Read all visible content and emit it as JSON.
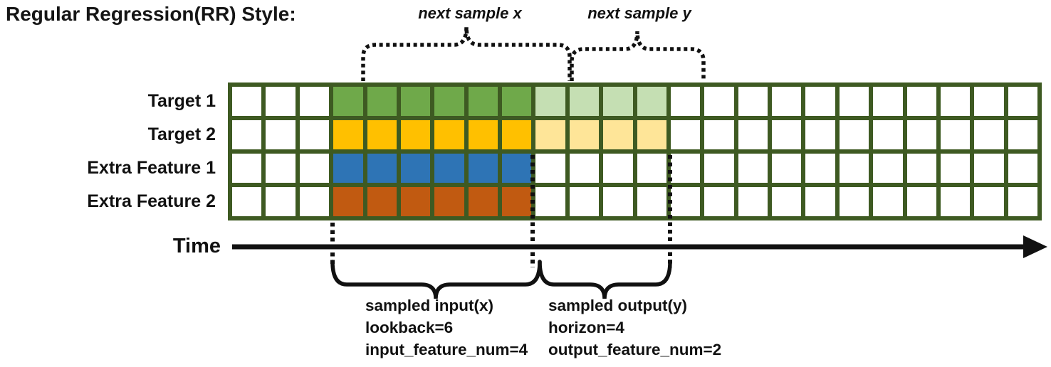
{
  "title": "Regular Regression(RR) Style:",
  "annotations": {
    "next_sample_x": "next sample x",
    "next_sample_y": "next sample y"
  },
  "time_axis": {
    "label": "Time"
  },
  "grid": {
    "total_columns": 24,
    "lead_in_columns": 3,
    "lookback": 6,
    "horizon": 4,
    "border_color": "#3E5A22",
    "cell_background": "#FFFFFF",
    "rows": [
      {
        "label": "Target 1",
        "type": "target",
        "input_color": "#6FA94A",
        "output_color": "#C5DFB3"
      },
      {
        "label": "Target 2",
        "type": "target",
        "input_color": "#FFC000",
        "output_color": "#FEE598"
      },
      {
        "label": "Extra Feature 1",
        "type": "feature",
        "input_color": "#2E74B5",
        "output_color": null
      },
      {
        "label": "Extra Feature 2",
        "type": "feature",
        "input_color": "#C15A11",
        "output_color": null
      }
    ]
  },
  "callouts": {
    "input": {
      "lines": [
        "sampled input(x)",
        "lookback=6",
        "input_feature_num=4"
      ]
    },
    "output": {
      "lines": [
        "sampled output(y)",
        "horizon=4",
        "output_feature_num=2"
      ]
    }
  }
}
